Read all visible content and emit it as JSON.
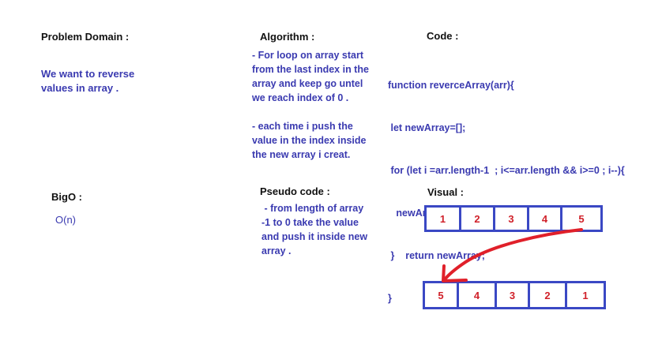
{
  "problem": {
    "label": "Problem Domain :",
    "text_lines": [
      "We want to reverse",
      "values in array ."
    ]
  },
  "algorithm": {
    "label": "Algorithm :",
    "lines": [
      "- For loop on array start",
      "from the last index in the",
      "array and keep go untel",
      "we reach index of 0 .",
      "",
      "- each time i push the",
      "value in the index inside",
      "the new array i creat."
    ]
  },
  "code": {
    "label": "Code :",
    "lines": [
      "function reverceArray(arr){",
      " let newArray=[];",
      " for (let i =arr.length-1  ; i<=arr.length && i>=0 ; i--){",
      "   newArray.push(arr[i]);",
      " }    return newArray;",
      "}"
    ]
  },
  "bigo": {
    "label": "BigO :",
    "value": "O(n)"
  },
  "pseudo": {
    "label": "Pseudo code :",
    "lines": [
      " - from length of array",
      "-1 to 0 take the value",
      "and push it inside new",
      "array ."
    ]
  },
  "visual": {
    "label": "Visual :",
    "original_array": [
      "1",
      "2",
      "3",
      "4",
      "5"
    ],
    "reversed_array": [
      "5",
      "4",
      "3",
      "2",
      "1"
    ]
  },
  "colors": {
    "text_blue": "#3a3ab0",
    "box_border": "#3a48c4",
    "number_red": "#d0212a",
    "arrow_red": "#e0202a"
  }
}
